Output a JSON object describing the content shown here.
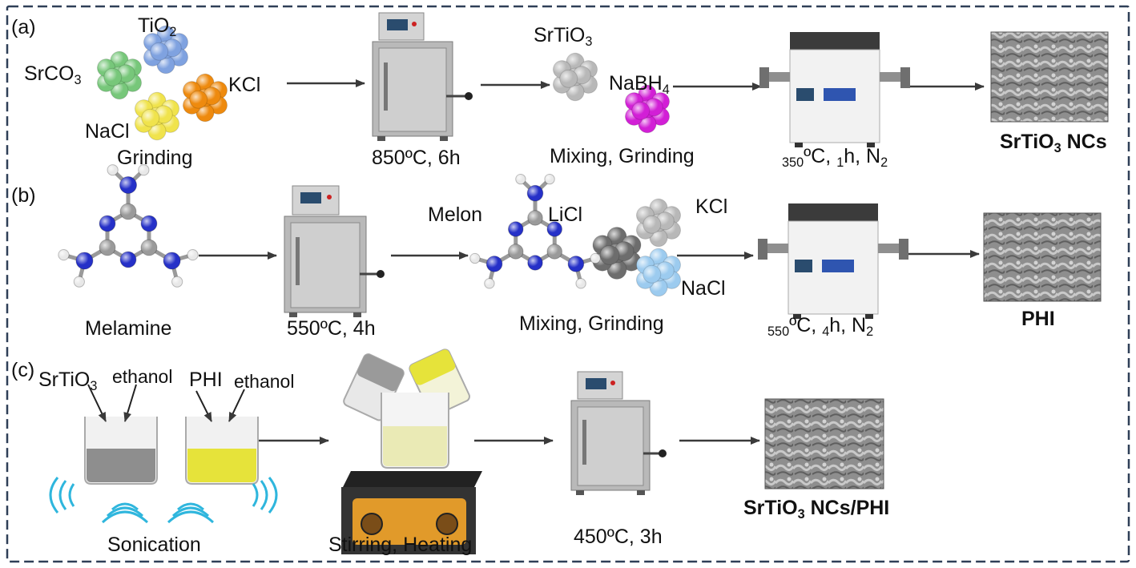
{
  "rows": {
    "a": {
      "label": "(a)",
      "reagents": {
        "srco3": "SrCO3",
        "tio2": "TiO2",
        "kcl": "KCl",
        "nacl": "NaCl"
      },
      "step1": "Grinding",
      "step2": "850ºC, 6h",
      "reagents2": {
        "srtio3": "SrTiO3",
        "nabh4": "NaBH4"
      },
      "step3": "Mixing, Grinding",
      "step4": "350ºC, 1h, N2",
      "product": "SrTiO3 NCs"
    },
    "b": {
      "label": "(b)",
      "melamine": "Melamine",
      "step2": "550ºC, 4h",
      "melon": "Melon",
      "salts": {
        "licl": "LiCl",
        "kcl": "KCl",
        "nacl": "NaCl"
      },
      "step3": "Mixing, Grinding",
      "step4": "550ºC, 4h, N2",
      "product": "PHI"
    },
    "c": {
      "label": "(c)",
      "srtio3": "SrTiO3",
      "ethanol1": "ethanol",
      "phi": "PHI",
      "ethanol2": "ethanol",
      "step1": "Sonication",
      "step2": "Stirring, Heating",
      "step3": "450ºC, 3h",
      "product": "SrTiO3 NCs/PHI"
    }
  },
  "colors": {
    "border": "#2f3f57",
    "arrow": "#3a3a3a",
    "srco3": "#77c77a",
    "tio2": "#7fa2e0",
    "kcl_orange": "#ee8a0e",
    "nacl_yellow": "#f0e34c",
    "srtio3_grey": "#b8b8b8",
    "nabh4": "#d21fd6",
    "licl": "#6d6d6d",
    "nacl_blue": "#9ccbef",
    "nitrogen": "#2530c8",
    "carbon": "#9a9a9a",
    "hydrogen": "#e8e8e8",
    "solution_yellow": "#e6e33a",
    "solution_grey": "#8e8e8e",
    "sonic_wave": "#2fb6dd"
  },
  "icons": [
    "muffle-furnace-icon",
    "tube-furnace-icon",
    "sem-image",
    "beaker-icon",
    "hot-plate-stirrer-icon",
    "sound-wave-icon",
    "molecule-icon",
    "particle-cluster-icon"
  ]
}
